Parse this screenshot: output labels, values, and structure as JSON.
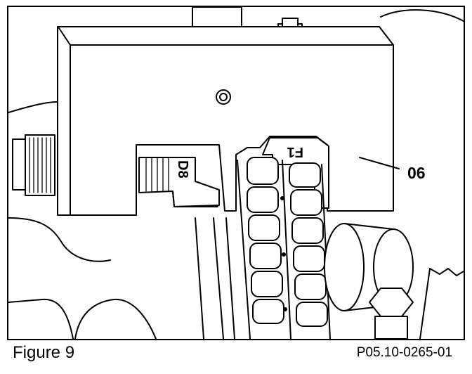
{
  "figure": {
    "caption": "Figure 9",
    "reference_code": "P05.10-0265-01"
  },
  "callouts": {
    "part_number": "06"
  },
  "component_labels": {
    "left_tooth": "D8",
    "right_tooth": "F1"
  },
  "colors": {
    "line": "#000000",
    "background": "#ffffff"
  }
}
